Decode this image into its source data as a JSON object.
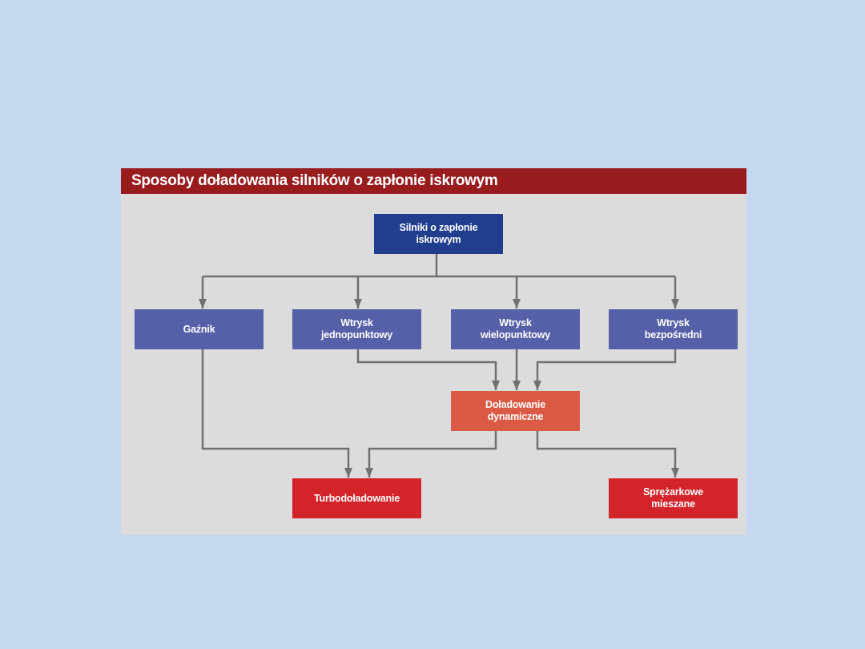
{
  "title": "Sposoby doładowania silników o zapłonie iskrowym",
  "colors": {
    "slide_background": "#c6d8ef",
    "figure_background": "#dcdcdc",
    "title_bar": "#981b1e",
    "root_node": "#213e8e",
    "method_node": "#5660a8",
    "dynamic_node": "#db5a45",
    "result_node": "#d3232b",
    "connector": "#707070"
  },
  "nodes": {
    "root": "Silniki o zapłonie\niskrowym",
    "gaznik": "Gaźnik",
    "wtrysk_jednopunktowy": "Wtrysk\njednopunktowy",
    "wtrysk_wielopunktowy": "Wtrysk\nwielopunktowy",
    "wtrysk_bezposredni": "Wtrysk\nbezpośredni",
    "doladowanie_dynamiczne": "Doładowanie\ndynamiczne",
    "turbodoladowanie": "Turbodoładowanie",
    "sprezarkowe_mieszane": "Sprężarkowe\nmieszane"
  },
  "edges": [
    {
      "from": "root",
      "to": "gaznik"
    },
    {
      "from": "root",
      "to": "wtrysk_jednopunktowy"
    },
    {
      "from": "root",
      "to": "wtrysk_wielopunktowy"
    },
    {
      "from": "root",
      "to": "wtrysk_bezposredni"
    },
    {
      "from": "wtrysk_jednopunktowy",
      "to": "doladowanie_dynamiczne"
    },
    {
      "from": "wtrysk_wielopunktowy",
      "to": "doladowanie_dynamiczne"
    },
    {
      "from": "wtrysk_bezposredni",
      "to": "doladowanie_dynamiczne"
    },
    {
      "from": "gaznik",
      "to": "turbodoladowanie"
    },
    {
      "from": "doladowanie_dynamiczne",
      "to": "turbodoladowanie"
    },
    {
      "from": "doladowanie_dynamiczne",
      "to": "sprezarkowe_mieszane"
    }
  ]
}
